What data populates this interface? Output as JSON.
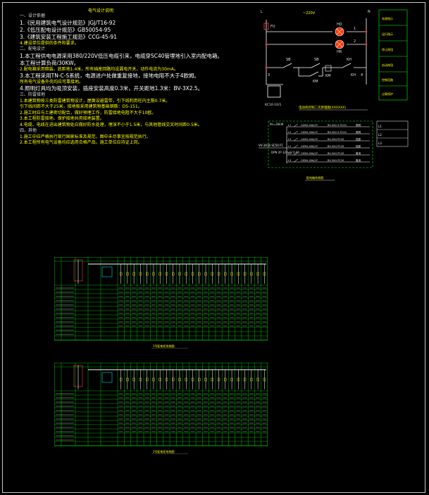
{
  "notes": {
    "title": "电气设计说明",
    "sections": [
      {
        "heading": "一、设计依据",
        "lines": [
          {
            "text": "1.《民用建筑电气设计规范》JGJ/T16-92",
            "big": true
          },
          {
            "text": "2.《低压配电设计规范》GB50054-95",
            "big": true
          },
          {
            "text": "3.《建筑安装工程施工规范》CCG-45-91",
            "big": true
          },
          {
            "text": "4.建设单位提供的条件和要求。",
            "big": false
          }
        ]
      },
      {
        "heading": "二、配电设计",
        "lines": [
          {
            "text": "1.本工程供电电源采用380/220V低压电缆引来，电缆穿SC40管埋地引入室内配电箱。",
            "big": true
          },
          {
            "text": "  本工程计算负荷/30KW。",
            "big": true
          },
          {
            "text": "2.配电箱采用暗装，底距地1.4米，所有插座回路均设漏电开关，动作电流为30mA。",
            "big": false
          },
          {
            "text": "3.本工程采用TN-C-S系统，电源进户处做重复接地，接地电阻不大于4欧姆。",
            "big": true
          },
          {
            "text": "  所有电气设备外壳均应可靠接地。",
            "big": false
          },
          {
            "text": "4.照明灯具均为吸顶安装，插座安装高度0.3米，开关距地1.3米：BV-3X2.5。",
            "big": true
          }
        ]
      },
      {
        "heading": "三、防雷接地",
        "lines": [
          {
            "text": "1.本建筑物按三类防雷建筑物设计，屋面设避雷带，引下线利用柱内主筋0.7米。",
            "big": false
          },
          {
            "text": "  引下线间距不大于25米，接地极采用建筑物基础钢筋：D5-151。",
            "big": false
          },
          {
            "text": "2.施工时应与土建密切配合，做好预埋工作，防雷接地电阻不大于10欧。",
            "big": false
          },
          {
            "text": "3.本工程防雷接地、保护接地共用接地装置。",
            "big": false
          },
          {
            "text": "4.电缆、电线在进出建筑物处应做好防水处理，埋深不小于1.5米，与其他管线交叉时间距0.5米。",
            "big": false
          }
        ]
      },
      {
        "heading": "四、其他",
        "lines": [
          {
            "text": "1.施工中应严格执行现行国家标准及规范，图中未尽事宜按规范执行。",
            "big": false
          },
          {
            "text": "2.本工程所有电气设备均应选用合格产品，施工单位应持证上岗。",
            "big": false
          }
        ]
      }
    ]
  },
  "control_diagram": {
    "L": "L",
    "N": "N",
    "voltage": "~220V",
    "fu": "FU",
    "hd": "HD",
    "hr": "HR",
    "sb": "SB",
    "sb2": "SB",
    "kh": "KH",
    "km": "KM",
    "km2": "KM",
    "kh2": "KH",
    "nodes": [
      "1",
      "2",
      "3",
      "4"
    ],
    "legend": [
      "电源指示",
      "运行指示",
      "停止按钮",
      "启动按钮",
      "控制回路",
      "过载保护"
    ],
    "breaker": "KC10-10/1",
    "caption": "电动机控制二次原理图(XXXXXX)"
  },
  "dist_box": {
    "rows": [
      {
        "phase": "L1",
        "breaker": "C65N-16A/1P",
        "cable": "BV-3X2.5 PC20",
        "use": "照明"
      },
      {
        "phase": "L2",
        "breaker": "C65N-16A/1P",
        "cable": "BV-3X2.5 PC20",
        "use": "照明"
      },
      {
        "phase": "L3",
        "breaker": "C65N-16A/1P",
        "cable": "BV-3X4 PC20",
        "use": "插座"
      },
      {
        "phase": "L1",
        "breaker": "C65N-16A/1P",
        "cable": "BV-3X4 PC20",
        "use": "插座"
      },
      {
        "phase": "L2",
        "breaker": "C65N-16A/1P",
        "cable": "BV-3X4 PC20",
        "use": "备用"
      },
      {
        "phase": "L3",
        "breaker": "C65N-16A/1P",
        "cable": "BV-3X4 PC20",
        "use": "备用"
      }
    ],
    "right_notes": [
      "L1",
      "L2",
      "L3"
    ],
    "main_switch": "DPN 2P 32A+V 0.03",
    "feeder": "VV-3X16 SC50 FC",
    "power": "Pe=30kW",
    "caption": "配电箱系统图"
  },
  "schedule1": {
    "caption": "1号配电柜系统图",
    "columns": 23
  },
  "schedule2": {
    "caption": "2号配电柜系统图",
    "columns": 23
  }
}
